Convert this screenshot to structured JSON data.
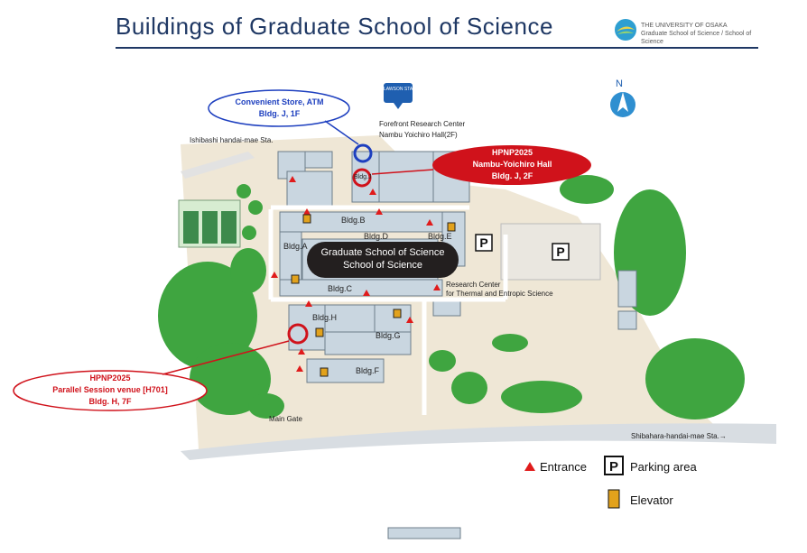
{
  "title": "Buildings of Graduate School of Science",
  "logo": {
    "line1": "THE UNIVERSITY OF OSAKA",
    "line2": "Graduate School of Science / School of Science"
  },
  "callouts": {
    "store": {
      "line1": "Convenient Store, ATM",
      "line2": "Bldg. J, 1F"
    },
    "hall": {
      "line1": "HPNP2025",
      "line2": "Nambu-Yoichiro Hall",
      "line3": "Bldg. J, 2F"
    },
    "session": {
      "line1": "HPNP2025",
      "line2": "Parallel Session venue [H701]",
      "line3": "Bldg. H, 7F"
    }
  },
  "labels": {
    "frontier_1": "Forefront Research Center",
    "frontier_2": "Nambu Yoichiro Hall(2F)",
    "ishibashi": "Ishibashi handai-mae Sta.",
    "shibahara": "Shibahara-handai-mae Sta.→",
    "main_gate": "Main Gate",
    "lawson": "LAWSON STATION",
    "north": "N",
    "research_1": "Research Center",
    "research_2": "for Thermal and Entropic Science",
    "school_1": "Graduate School of Science",
    "school_2": "School of Science"
  },
  "buildings": {
    "a": "Bldg.A",
    "b": "Bldg.B",
    "c": "Bldg.C",
    "d": "Bldg.D",
    "e": "Bldg.E",
    "f": "Bldg.F",
    "g": "Bldg.G",
    "h": "Bldg.H",
    "j": "Bldg.J"
  },
  "legend": {
    "entrance": "Entrance",
    "parking": "Parking area",
    "elevator": "Elevator",
    "p": "P"
  },
  "colors": {
    "title": "#1f3864",
    "blue": "#1d3fbf",
    "red": "#d0121b",
    "tree": "#3fa540",
    "building": "#c9d6e0",
    "road": "#efe7d6"
  }
}
